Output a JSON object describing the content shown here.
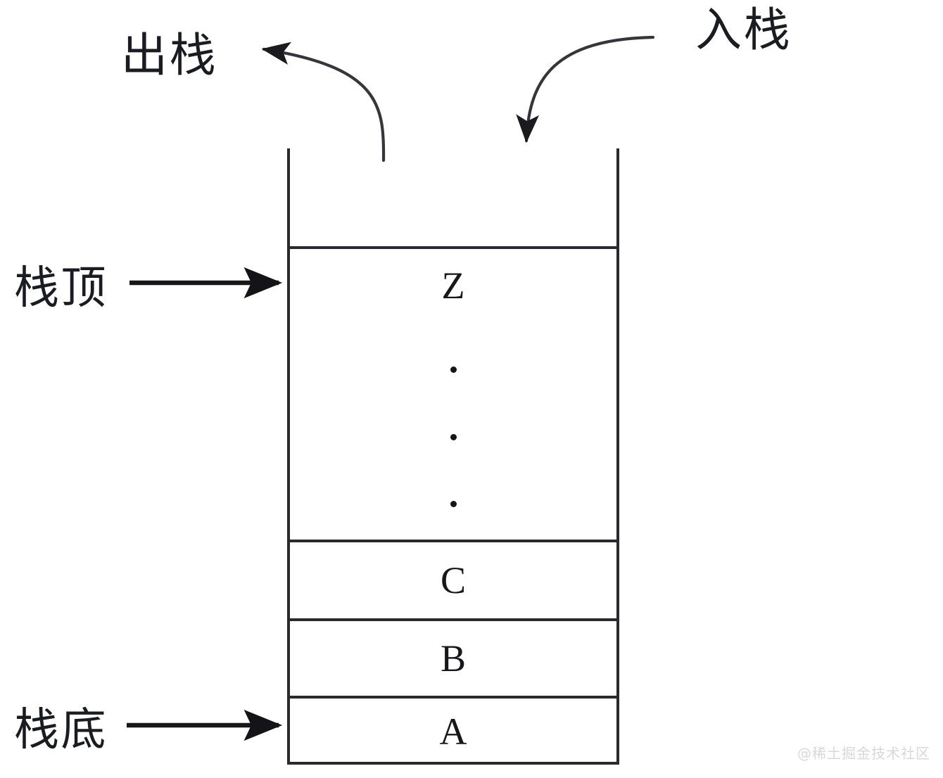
{
  "diagram": {
    "title": "Stack (栈) push and pop diagram",
    "stroke_color": "#2a2a2e",
    "text_color": "#17171c",
    "background": "#ffffff"
  },
  "labels": {
    "pop": "出栈",
    "push": "入栈",
    "stack_top": "栈顶",
    "stack_bottom": "栈底"
  },
  "stack": {
    "open_top": true,
    "cells": [
      {
        "value": "Z",
        "role": "top-element"
      },
      {
        "value": "C",
        "role": "middle-element"
      },
      {
        "value": "B",
        "role": "middle-element"
      },
      {
        "value": "A",
        "role": "bottom-element"
      }
    ],
    "ellipsis": "⋮",
    "ellipsis_dot_count": 3
  },
  "arrows": {
    "pop_arrow": {
      "label": "出栈",
      "direction": "out-left-curved",
      "icon": "curved-arrow-left-icon"
    },
    "push_arrow": {
      "label": "入栈",
      "direction": "in-down-curved",
      "icon": "curved-arrow-down-icon"
    },
    "top_pointer": {
      "label": "栈顶",
      "direction": "right",
      "icon": "arrow-right-icon"
    },
    "bottom_pointer": {
      "label": "栈底",
      "direction": "right",
      "icon": "arrow-right-icon"
    }
  },
  "watermark": {
    "text": "@稀土掘金技术社区",
    "color": "#d8d8dc"
  }
}
